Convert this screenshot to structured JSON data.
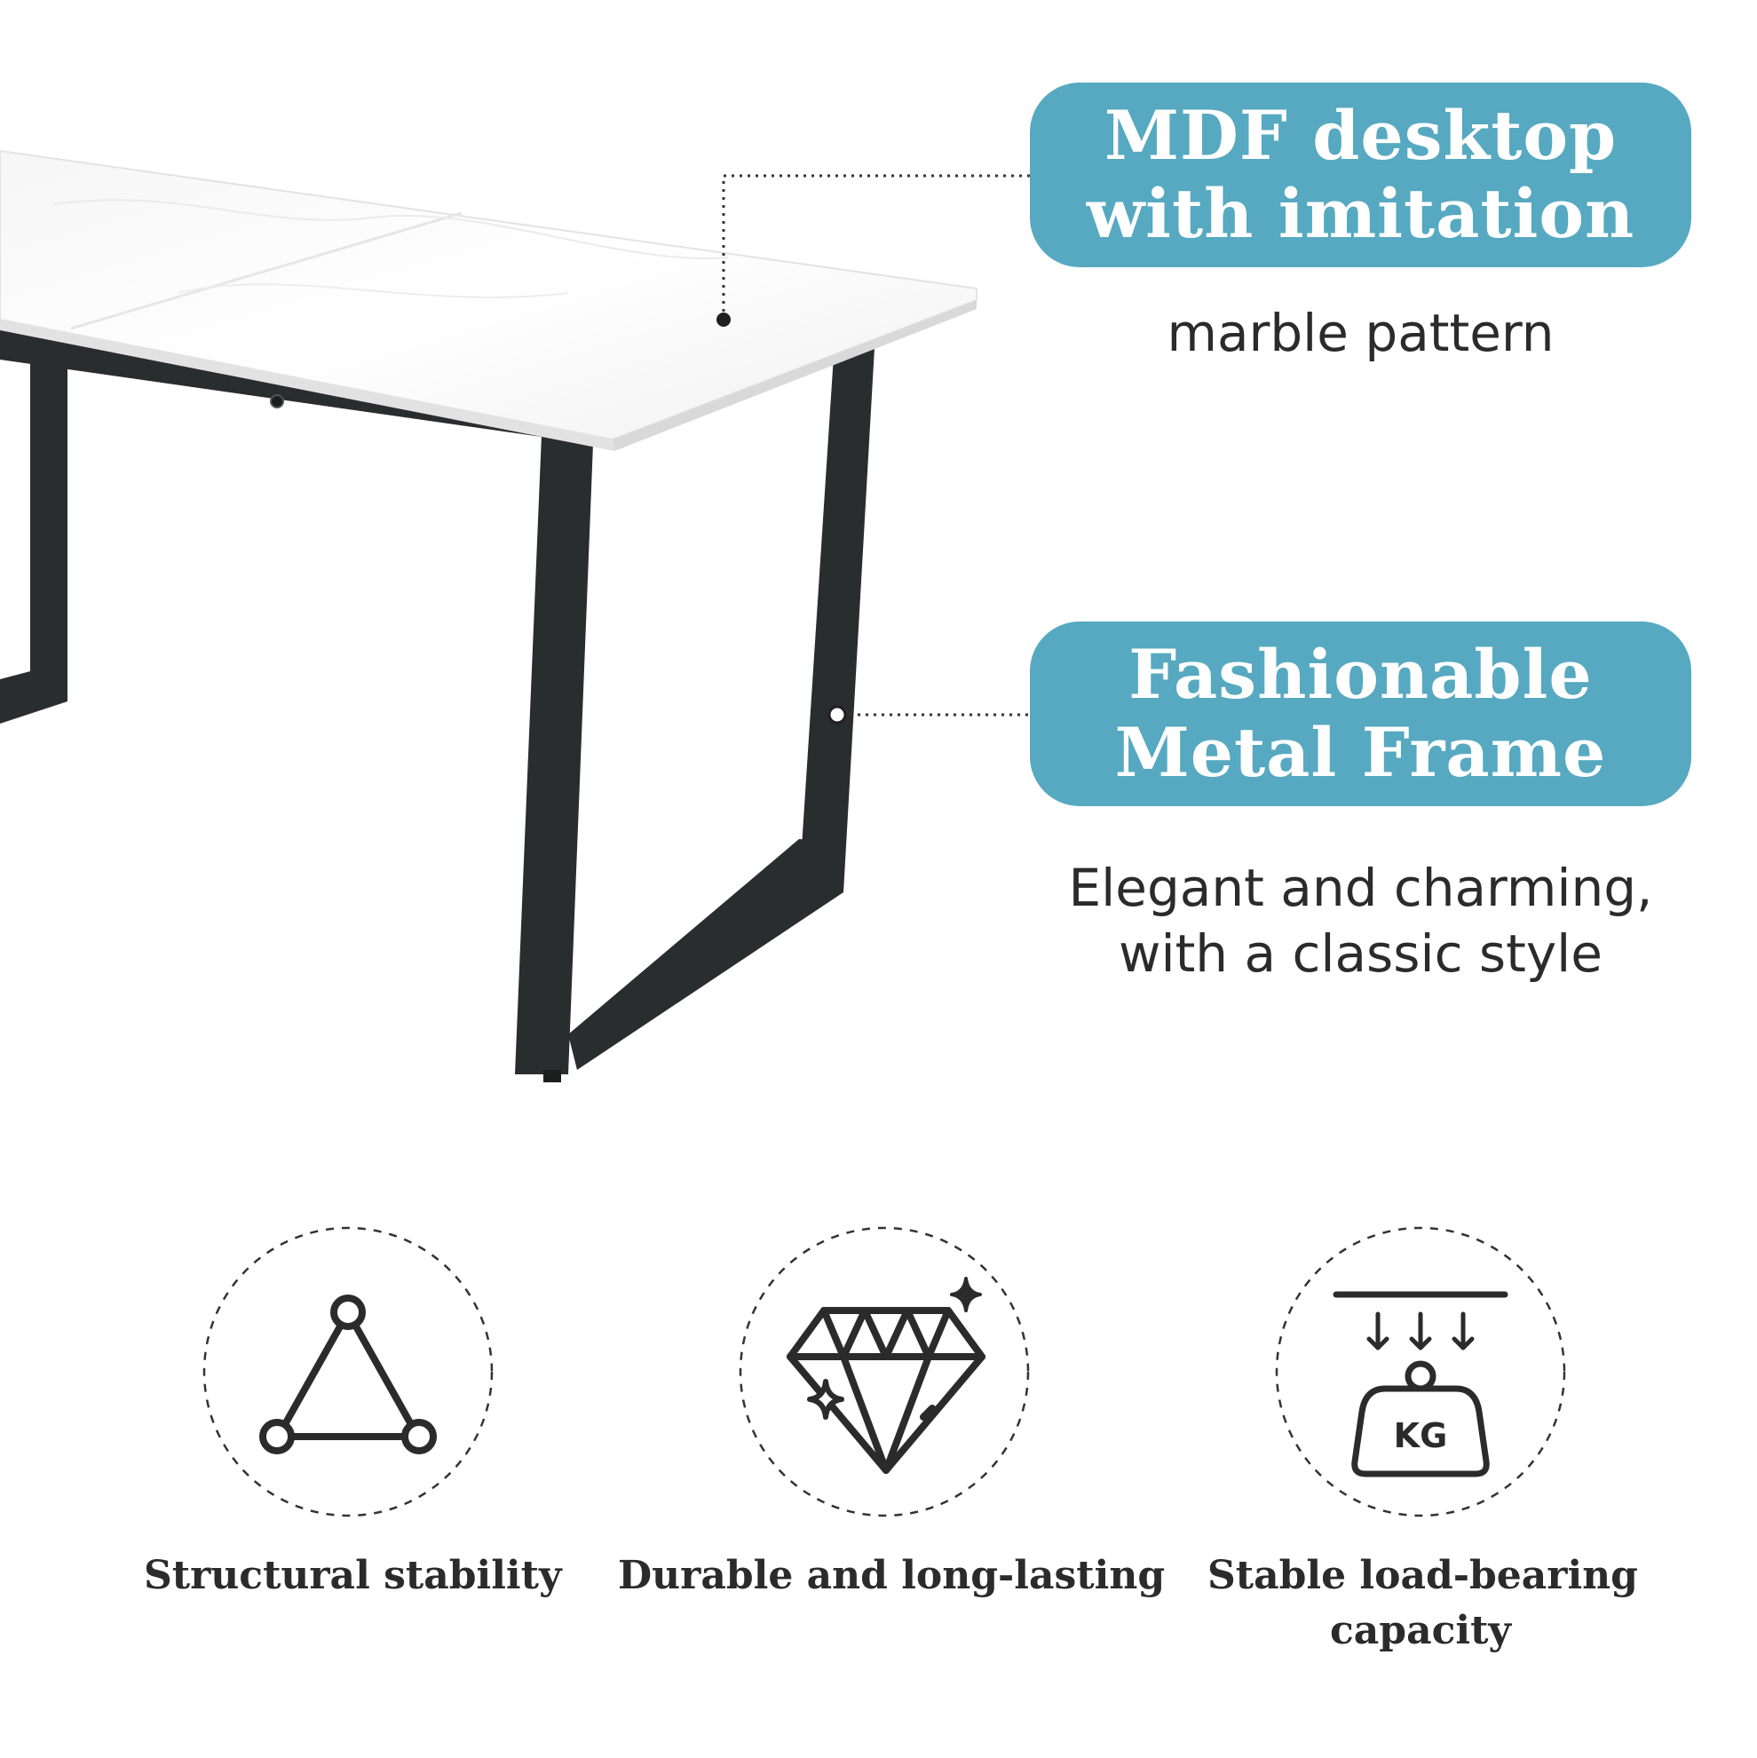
{
  "accent_color": "#56a9c0",
  "frame_color": "#2a2d2d",
  "callouts": [
    {
      "title_lines": [
        "MDF desktop",
        "with imitation"
      ],
      "description_lines": [
        "marble pattern"
      ]
    },
    {
      "title_lines": [
        "Fashionable",
        "Metal Frame"
      ],
      "description_lines": [
        "Elegant and charming,",
        "with a classic style"
      ]
    }
  ],
  "features": [
    {
      "icon": "triangle-nodes-icon",
      "label_lines": [
        "Structural stability"
      ]
    },
    {
      "icon": "diamond-sparkle-icon",
      "label_lines": [
        "Durable and long-lasting"
      ]
    },
    {
      "icon": "weight-kg-icon",
      "label_lines": [
        "Stable load-bearing",
        "capacity"
      ],
      "icon_text": "KG"
    }
  ]
}
